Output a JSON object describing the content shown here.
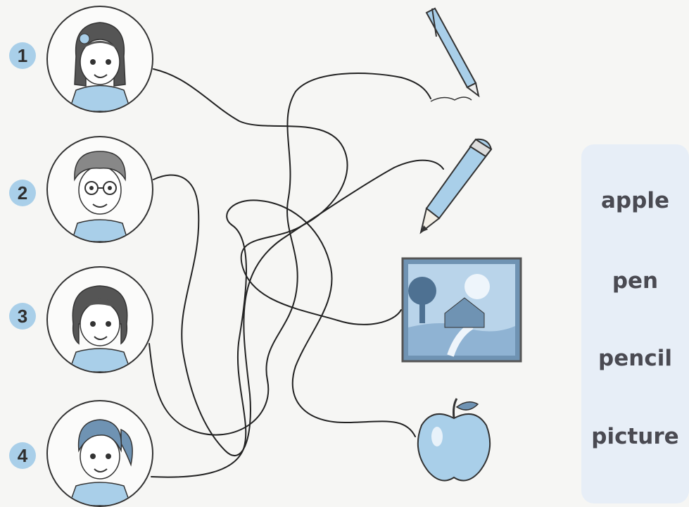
{
  "children": [
    {
      "number": "1"
    },
    {
      "number": "2"
    },
    {
      "number": "3"
    },
    {
      "number": "4"
    }
  ],
  "objects": [
    "pen-icon",
    "pencil-icon",
    "picture-icon",
    "apple-icon"
  ],
  "word_box": {
    "words": [
      "apple",
      "pen",
      "pencil",
      "picture"
    ]
  },
  "colors": {
    "accent_blue": "#a9cfe9",
    "line": "#222222",
    "word_panel": "#e7eef7",
    "word_text": "#4a4a52"
  }
}
